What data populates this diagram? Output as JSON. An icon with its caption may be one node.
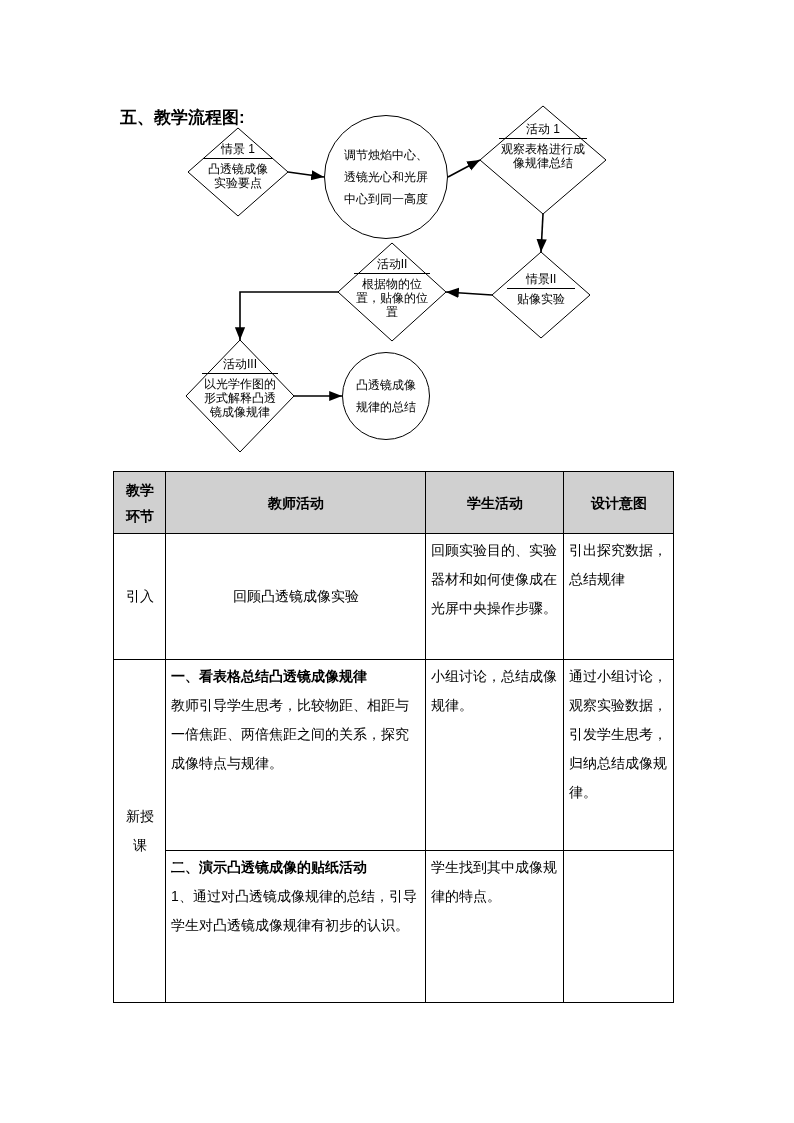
{
  "diagram": {
    "title": "五、教学流程图:",
    "nodes": [
      {
        "text": [
          "情景 1",
          "凸透镜成像实验要点"
        ]
      },
      {
        "text": [
          "调节烛焰中心、透镜光心和光屏中心到同一高度"
        ]
      },
      {
        "text": [
          "活动 1",
          "观察表格进行成像规律总结"
        ]
      },
      {
        "text": [
          "情景II",
          "贴像实验"
        ]
      },
      {
        "text": [
          "活动II",
          "根据物的位置，贴像的位置"
        ]
      },
      {
        "text": [
          "活动III",
          "以光学作图的形式解释凸透镜成像规律"
        ]
      },
      {
        "text": [
          "凸透镜成像规律的总结"
        ]
      }
    ],
    "edges": [
      {
        "from": 0,
        "to": 1,
        "arrow": "to"
      },
      {
        "from": 1,
        "to": 2,
        "arrow": "to"
      },
      {
        "from": 2,
        "to": 3,
        "arrow": "to"
      },
      {
        "from": 3,
        "to": 4,
        "arrow": "to"
      },
      {
        "from": 4,
        "to": 5,
        "arrow": "to"
      },
      {
        "from": 5,
        "to": 6,
        "arrow": "to"
      }
    ],
    "labels": [
      "教学环节",
      "教师活动",
      "学生活动",
      "设计意图",
      "引入",
      "回顾凸透镜成像实验",
      "回顾实验目的、实验器材和如何使像成在光屏中央操作步骤。",
      "引出探究数据，总结规律",
      "新授课",
      "一、看表格总结凸透镜成像规律",
      "教师引导学生思考，比较物距、相距与一倍焦距、两倍焦距之间的关系，探究成像特点与规律。",
      "小组讨论，总结成像规律。",
      "通过小组讨论，观察实验数据，引发学生思考，归纳总结成像规律。",
      "二、演示凸透镜成像的贴纸活动",
      "1、通过对凸透镜成像规律的总结，引导学生对凸透镜成像规律有初步的认识。",
      "学生找到其中成像规律的特点。"
    ]
  }
}
